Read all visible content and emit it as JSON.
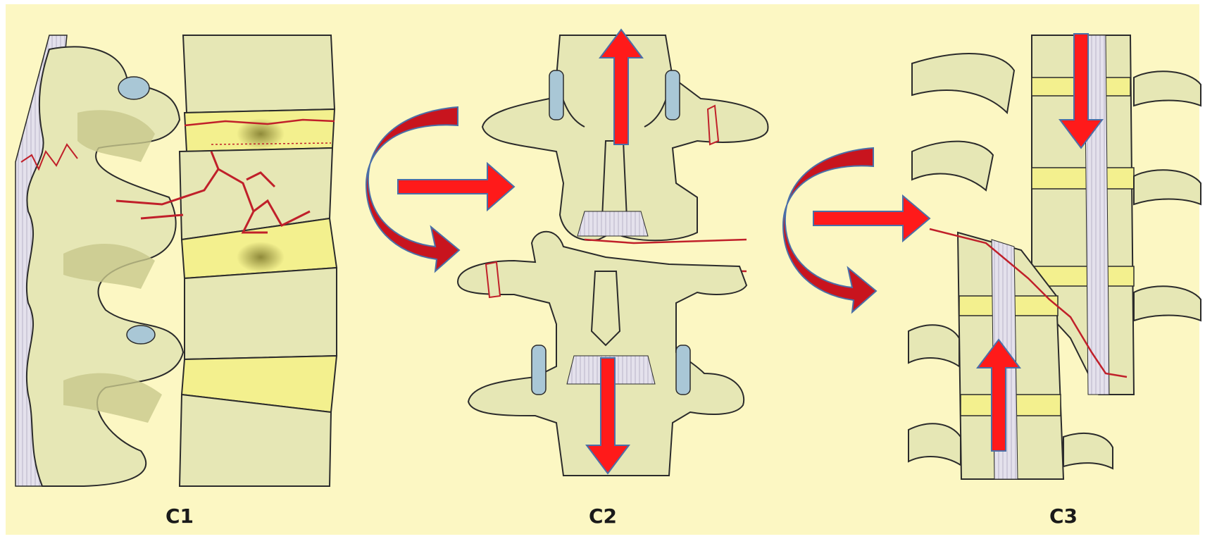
{
  "panels": [
    {
      "id": "C1",
      "label": "C1"
    },
    {
      "id": "C2",
      "label": "C2"
    },
    {
      "id": "C3",
      "label": "C3"
    }
  ],
  "colors": {
    "background": "#fcf7c3",
    "bone": "#e6e7b5",
    "bone_shade": "#c8c88c",
    "disc": "#f3f08e",
    "outline": "#2b2b2b",
    "fracture": "#c0202a",
    "arrow": "#ff1a1a",
    "curved_arrow": "#c8141e",
    "arrow_outline": "#4a6fa8",
    "ligament": "#d9d6e4",
    "cartilage": "#a9c7d6",
    "hemorrhage": "#a7a050"
  },
  "icons": {
    "straight_arrow": "arrow-icon",
    "curved_arrow": "rotation-arrow-icon"
  }
}
